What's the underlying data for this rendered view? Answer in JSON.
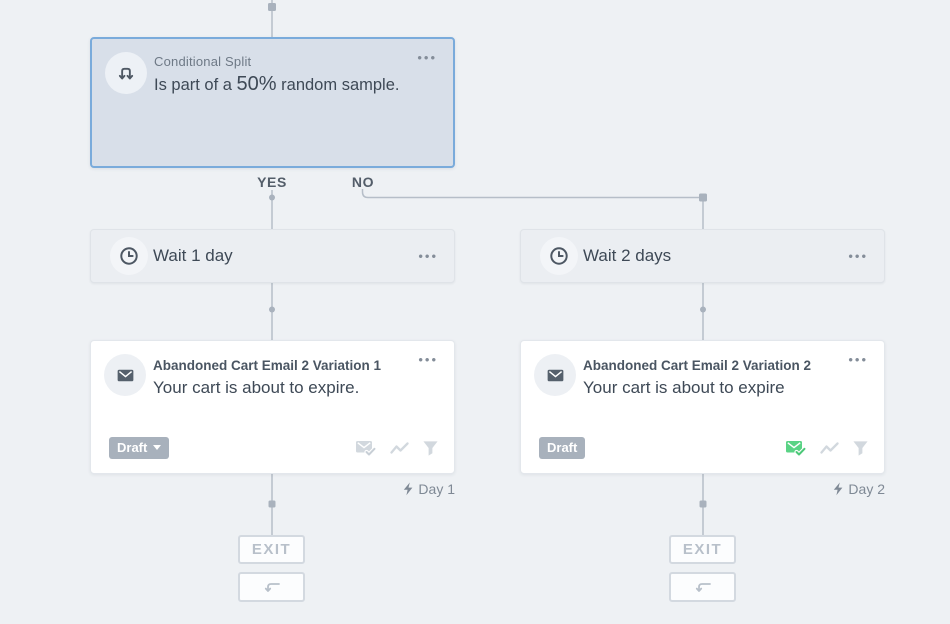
{
  "ui": {
    "menu_dots": "•••",
    "yes_label": "YES",
    "no_label": "NO",
    "exit_label": "EXIT"
  },
  "colors": {
    "page_background": "#eef1f4",
    "split_card_background": "#d8dfe9",
    "split_card_border": "#7aabdb",
    "connector_line": "#b6bec8",
    "connector_handle": "#a9b2bd",
    "draft_badge": "#a8b1bc",
    "status_green": "#5ad385",
    "disabled_icon": "#d2d8de",
    "dark_text": "#3e4956",
    "muted_text": "#6e7986"
  },
  "split": {
    "title": "Conditional Split",
    "desc_prefix": "Is part of a ",
    "desc_value": "50%",
    "desc_suffix": " random sample."
  },
  "wait1": {
    "label": "Wait 1 day"
  },
  "wait2": {
    "label": "Wait 2 days"
  },
  "email1": {
    "title": "Abandoned Cart Email 2 Variation 1",
    "subject": "Your cart is about to expire.",
    "status": "Draft",
    "day_label": "Day 1"
  },
  "email2": {
    "title": "Abandoned Cart Email 2 Variation 2",
    "subject": "Your cart is about to expire",
    "status": "Draft",
    "day_label": "Day 2"
  }
}
